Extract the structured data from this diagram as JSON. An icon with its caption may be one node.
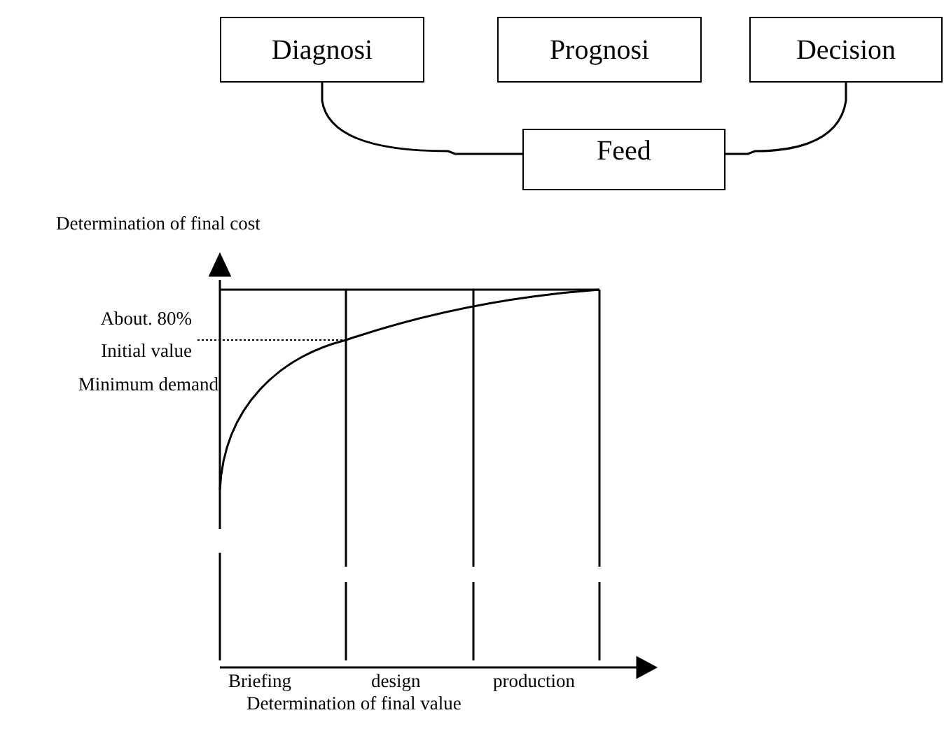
{
  "diagram": {
    "nodes": [
      {
        "text": [
          "Diagnosi"
        ]
      },
      {
        "text": [
          "Prognosi"
        ]
      },
      {
        "text": [
          "Decision"
        ]
      },
      {
        "text": [
          "Feed"
        ]
      }
    ],
    "edges": [
      {
        "from": 0,
        "to": 3,
        "arrow": "none"
      },
      {
        "from": 2,
        "to": 3,
        "arrow": "none"
      }
    ],
    "labels": [
      "Determination of final cost",
      "About. 80%",
      "Initial value",
      "Minimum demand",
      "Briefing",
      "design",
      "production",
      "Determination of final value"
    ]
  }
}
